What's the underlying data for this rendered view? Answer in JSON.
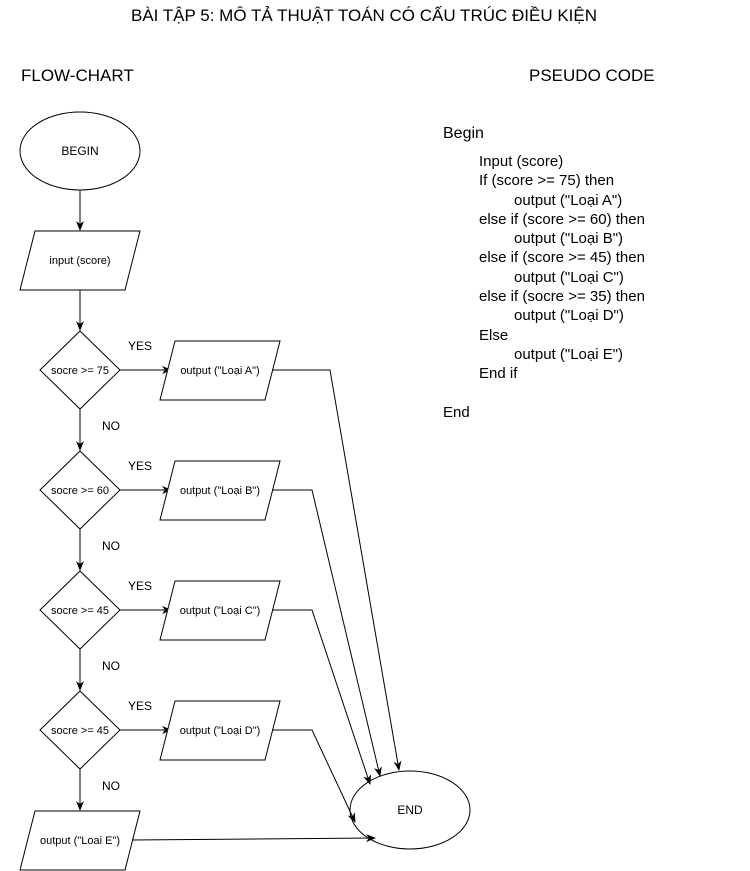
{
  "title": "BÀI TẬP 5: MÔ TẢ THUẬT TOÁN CÓ CẤU TRÚC ĐIỀU KIỆN",
  "flowchart": {
    "heading": "FLOW-CHART",
    "begin": "BEGIN",
    "input": "input (score)",
    "decisions": [
      {
        "label": "socre >= 75",
        "yes": "YES",
        "no": "NO",
        "output": "output (\"Loại A\")"
      },
      {
        "label": "socre >= 60",
        "yes": "YES",
        "no": "NO",
        "output": "output (\"Loại B\")"
      },
      {
        "label": "socre >= 45",
        "yes": "YES",
        "no": "NO",
        "output": "output (\"Loại C\")"
      },
      {
        "label": "socre >= 45",
        "yes": "YES",
        "no": "NO",
        "output": "output (\"Loại D\")"
      }
    ],
    "final_output": "output (\"Loai E\")",
    "end": "END"
  },
  "pseudocode": {
    "heading": "PSEUDO CODE",
    "begin": "Begin",
    "lines": [
      {
        "indent": 1,
        "text": "Input (score)"
      },
      {
        "indent": 1,
        "text": "If (score >= 75) then"
      },
      {
        "indent": 2,
        "text": "output (\"Loại A\")"
      },
      {
        "indent": 1,
        "text": "else if (score >= 60) then"
      },
      {
        "indent": 2,
        "text": "output (\"Loại B\")"
      },
      {
        "indent": 1,
        "text": "else if (score >= 45) then"
      },
      {
        "indent": 2,
        "text": "output (\"Loại C\")"
      },
      {
        "indent": 1,
        "text": "else if (socre >= 35) then"
      },
      {
        "indent": 2,
        "text": "output (\"Loại D\")"
      },
      {
        "indent": 1,
        "text": "Else"
      },
      {
        "indent": 2,
        "text": "output (\"Loại E\")"
      },
      {
        "indent": 1,
        "text": "End if"
      },
      {
        "indent": 0,
        "text": ""
      },
      {
        "indent": 0,
        "text": "End"
      }
    ]
  }
}
